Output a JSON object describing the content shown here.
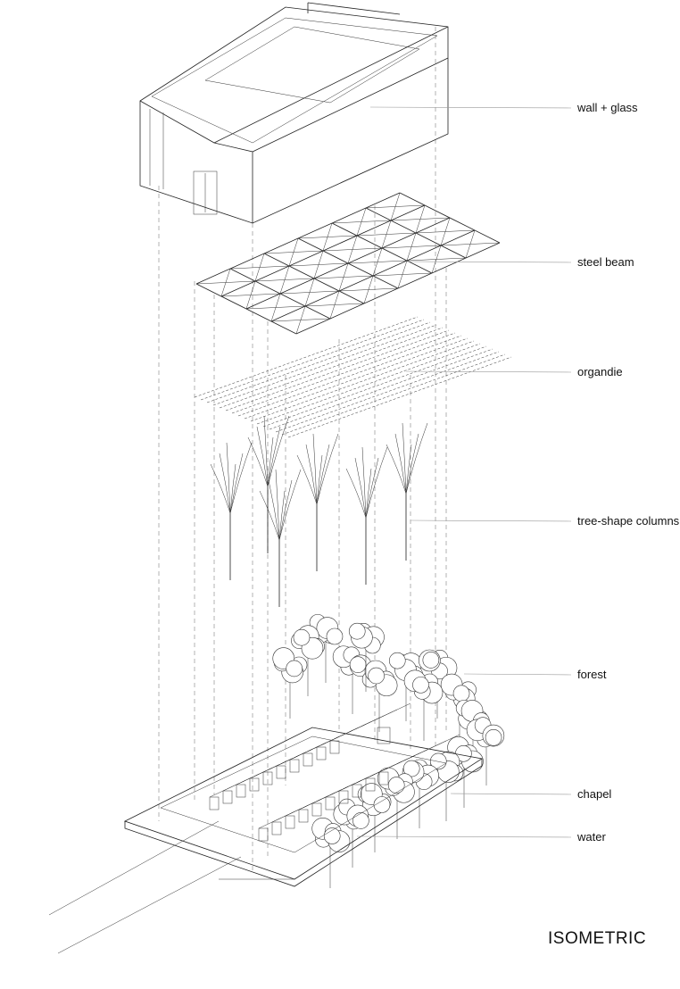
{
  "labels": {
    "wall_glass": "wall + glass",
    "steel_beam": "steel beam",
    "organdie": "organdie",
    "tree_columns": "tree-shape columns",
    "forest": "forest",
    "chapel": "chapel",
    "water": "water"
  },
  "title": "ISOMETRIC"
}
